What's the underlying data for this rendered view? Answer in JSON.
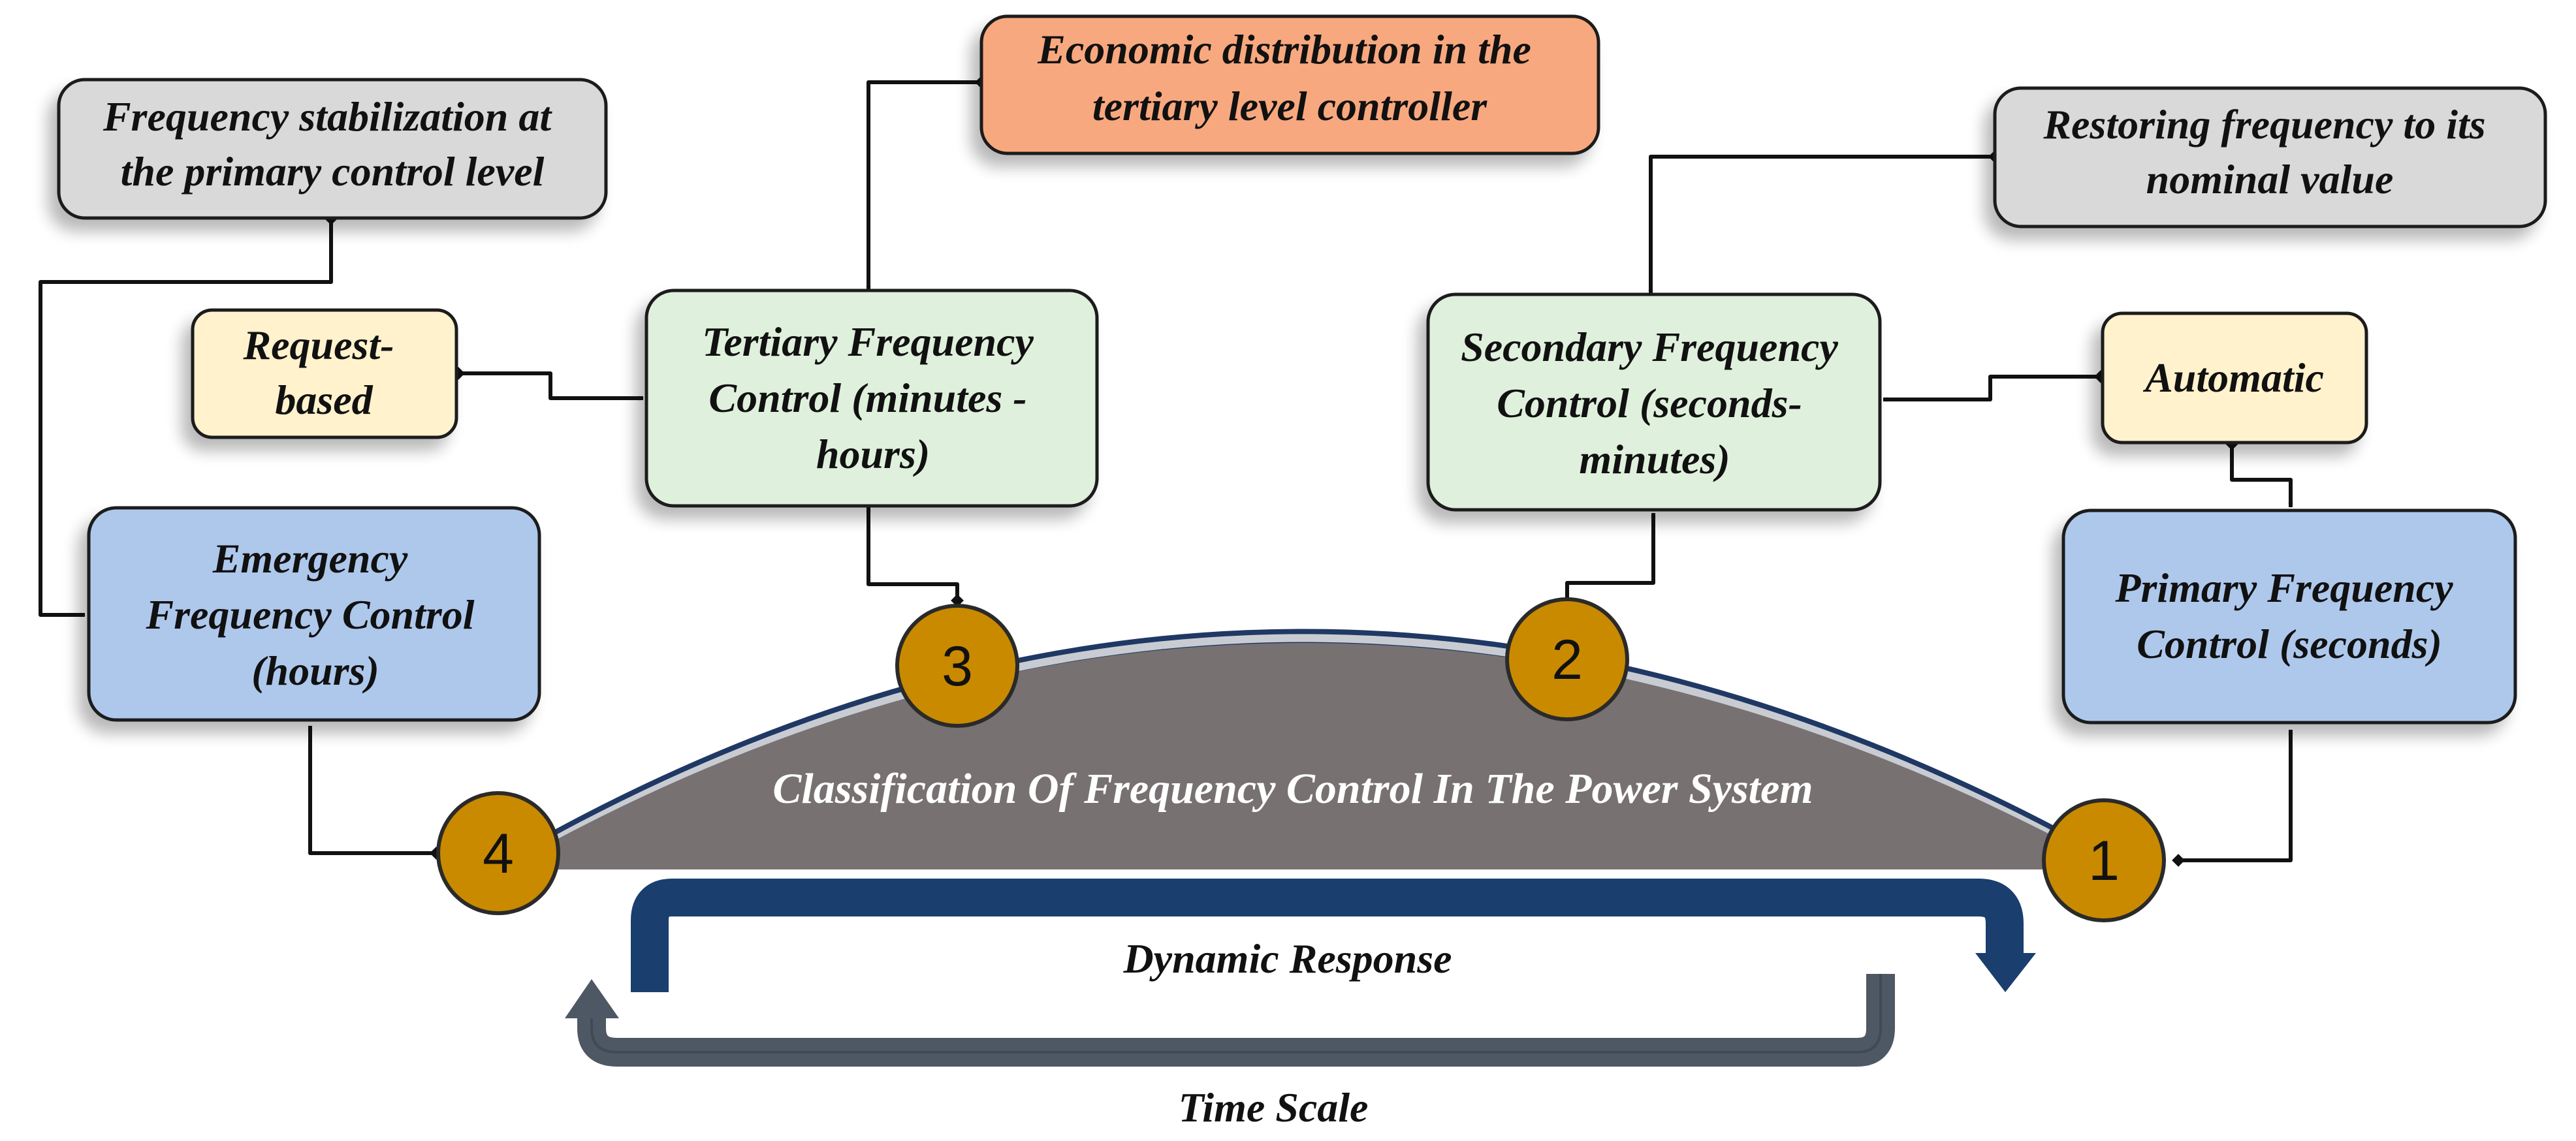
{
  "arc": {
    "title": "Classification Of Frequency Control In The Power System"
  },
  "levels": [
    {
      "number": "1",
      "lines": [
        "Primary Frequency",
        "Control (seconds)"
      ]
    },
    {
      "number": "2",
      "lines": [
        "Secondary Frequency",
        "Control (seconds-",
        "minutes)"
      ]
    },
    {
      "number": "3",
      "lines": [
        "Tertiary Frequency",
        "Control (minutes -",
        "hours)"
      ]
    },
    {
      "number": "4",
      "lines": [
        "Emergency",
        "Frequency Control",
        "(hours)"
      ]
    }
  ],
  "notes": {
    "frequency_stabilization": [
      "Frequency stabilization at",
      "the primary control level"
    ],
    "economic_distribution": [
      "Economic distribution in the",
      "tertiary level controller"
    ],
    "restoring_frequency": [
      "Restoring frequency to its",
      "nominal value"
    ],
    "request_based": [
      "Request-",
      "based"
    ],
    "automatic": [
      "Automatic"
    ]
  },
  "footer": {
    "dynamic_response": "Dynamic Response",
    "time_scale": "Time Scale"
  },
  "colors": {
    "blue_box": "#aec8ec",
    "green_box": "#dff0dc",
    "gray_note": "#d9d9d9",
    "orange_note": "#f8a87e",
    "yellow_note": "#fff2cc",
    "circle": "#c98a00",
    "arc_fill": "#787171",
    "arc_outline": "#1f3864",
    "dynamic_arrow": "#1a3e6e",
    "time_arrow": "#4e5864"
  }
}
